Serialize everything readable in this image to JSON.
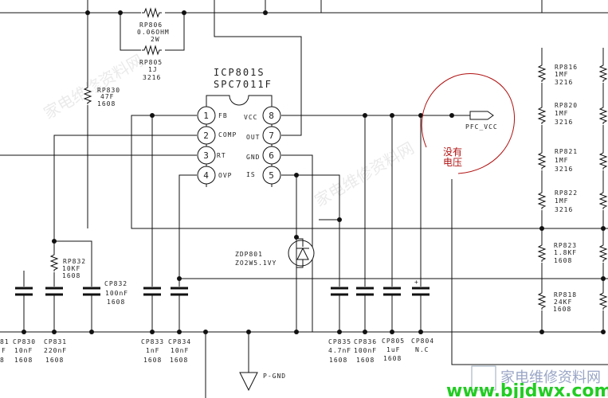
{
  "ic": {
    "name": "ICP801S",
    "part": "SPC7011F",
    "pins": [
      {
        "n": "1",
        "label": "FB"
      },
      {
        "n": "2",
        "label": "COMP"
      },
      {
        "n": "3",
        "label": "RT"
      },
      {
        "n": "4",
        "label": "OVP"
      },
      {
        "n": "8",
        "label": "VCC"
      },
      {
        "n": "7",
        "label": "OUT"
      },
      {
        "n": "6",
        "label": "GND"
      },
      {
        "n": "5",
        "label": "IS"
      }
    ]
  },
  "resistors": {
    "rp806": [
      "RP806",
      "0.06OHM",
      "2W"
    ],
    "rp805": [
      "RP805",
      "1J",
      "3216"
    ],
    "rp830": [
      "RP830",
      "47F",
      "1608"
    ],
    "rp832": [
      "RP832",
      "10KF",
      "1608"
    ],
    "rp816": [
      "RP816",
      "1MF",
      "3216"
    ],
    "rp820": [
      "RP820",
      "1MF",
      "3216"
    ],
    "rp821": [
      "RP821",
      "1MF",
      "3216"
    ],
    "rp822": [
      "RP822",
      "1MF",
      "3216"
    ],
    "rp823": [
      "RP823",
      "1.8KF",
      "1608"
    ],
    "rp818": [
      "RP818",
      "24KF",
      "1608"
    ]
  },
  "capacitors": {
    "cp8x1": [
      "81",
      "F",
      "8"
    ],
    "cp830": [
      "CP830",
      "10nF",
      "1608"
    ],
    "cp831": [
      "CP831",
      "220nF",
      "1608"
    ],
    "cp832": [
      "CP832",
      "100nF",
      "1608"
    ],
    "cp833": [
      "CP833",
      "1nF",
      "1608"
    ],
    "cp834": [
      "CP834",
      "10nF",
      "1608"
    ],
    "cp835": [
      "CP835",
      "4.7nF",
      "1608"
    ],
    "cp836": [
      "CP836",
      "100nF",
      "1608"
    ],
    "cp805": [
      "CP805",
      "1uF",
      "1608"
    ],
    "cp804": [
      "CP804",
      "N.C"
    ]
  },
  "zener": [
    "ZDP801",
    "ZO2W5.1VY"
  ],
  "net_labels": {
    "pfc_vcc": "PFC_VCC",
    "pgnd": "P-GND"
  },
  "annotation": {
    "line1": "没有",
    "line2": "电压",
    "color": "#b01010"
  },
  "watermark": {
    "cn": "家电维修资料网",
    "url": "www.bjjdwx.com",
    "url_color": "#22cc22"
  }
}
